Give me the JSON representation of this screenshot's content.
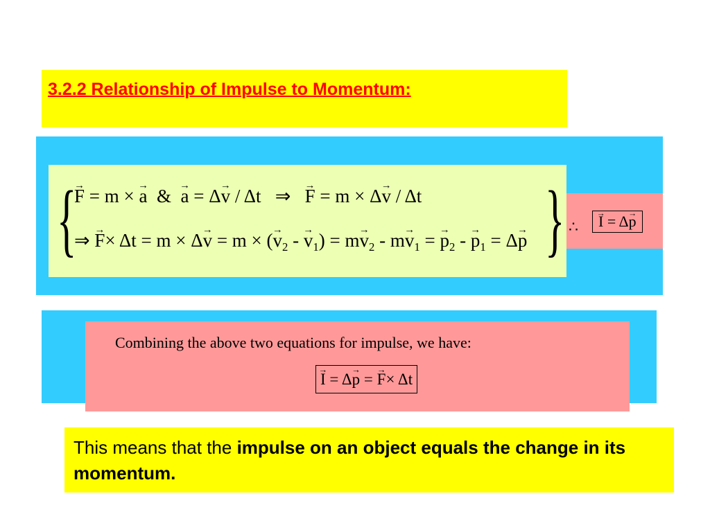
{
  "title": "3.2.2 Relationship of Impulse to Momentum:",
  "equations": {
    "line1": {
      "p1": "F = m × a  &  a = Δv / Δt   ⇒   F = m × Δv / Δt"
    },
    "line2": {
      "p1": "⇒ F× Δt = m × Δv = m × (v₂ - v₁) = mv₂ - mv₁ = p₂ - p₁ = Δp"
    },
    "therefore": "∴",
    "result": "I = Δp"
  },
  "combining": {
    "text": "Combining the above two equations for impulse, we have:",
    "formula": "I = Δp = F× Δt"
  },
  "conclusion": {
    "normal": "This means that the ",
    "bold": "impulse on an object equals the change in its momentum."
  },
  "colors": {
    "title_bg": "#ffff00",
    "title_text": "#ff0000",
    "blue": "#33ccff",
    "green": "#ecffb3",
    "pink": "#ff9999"
  }
}
